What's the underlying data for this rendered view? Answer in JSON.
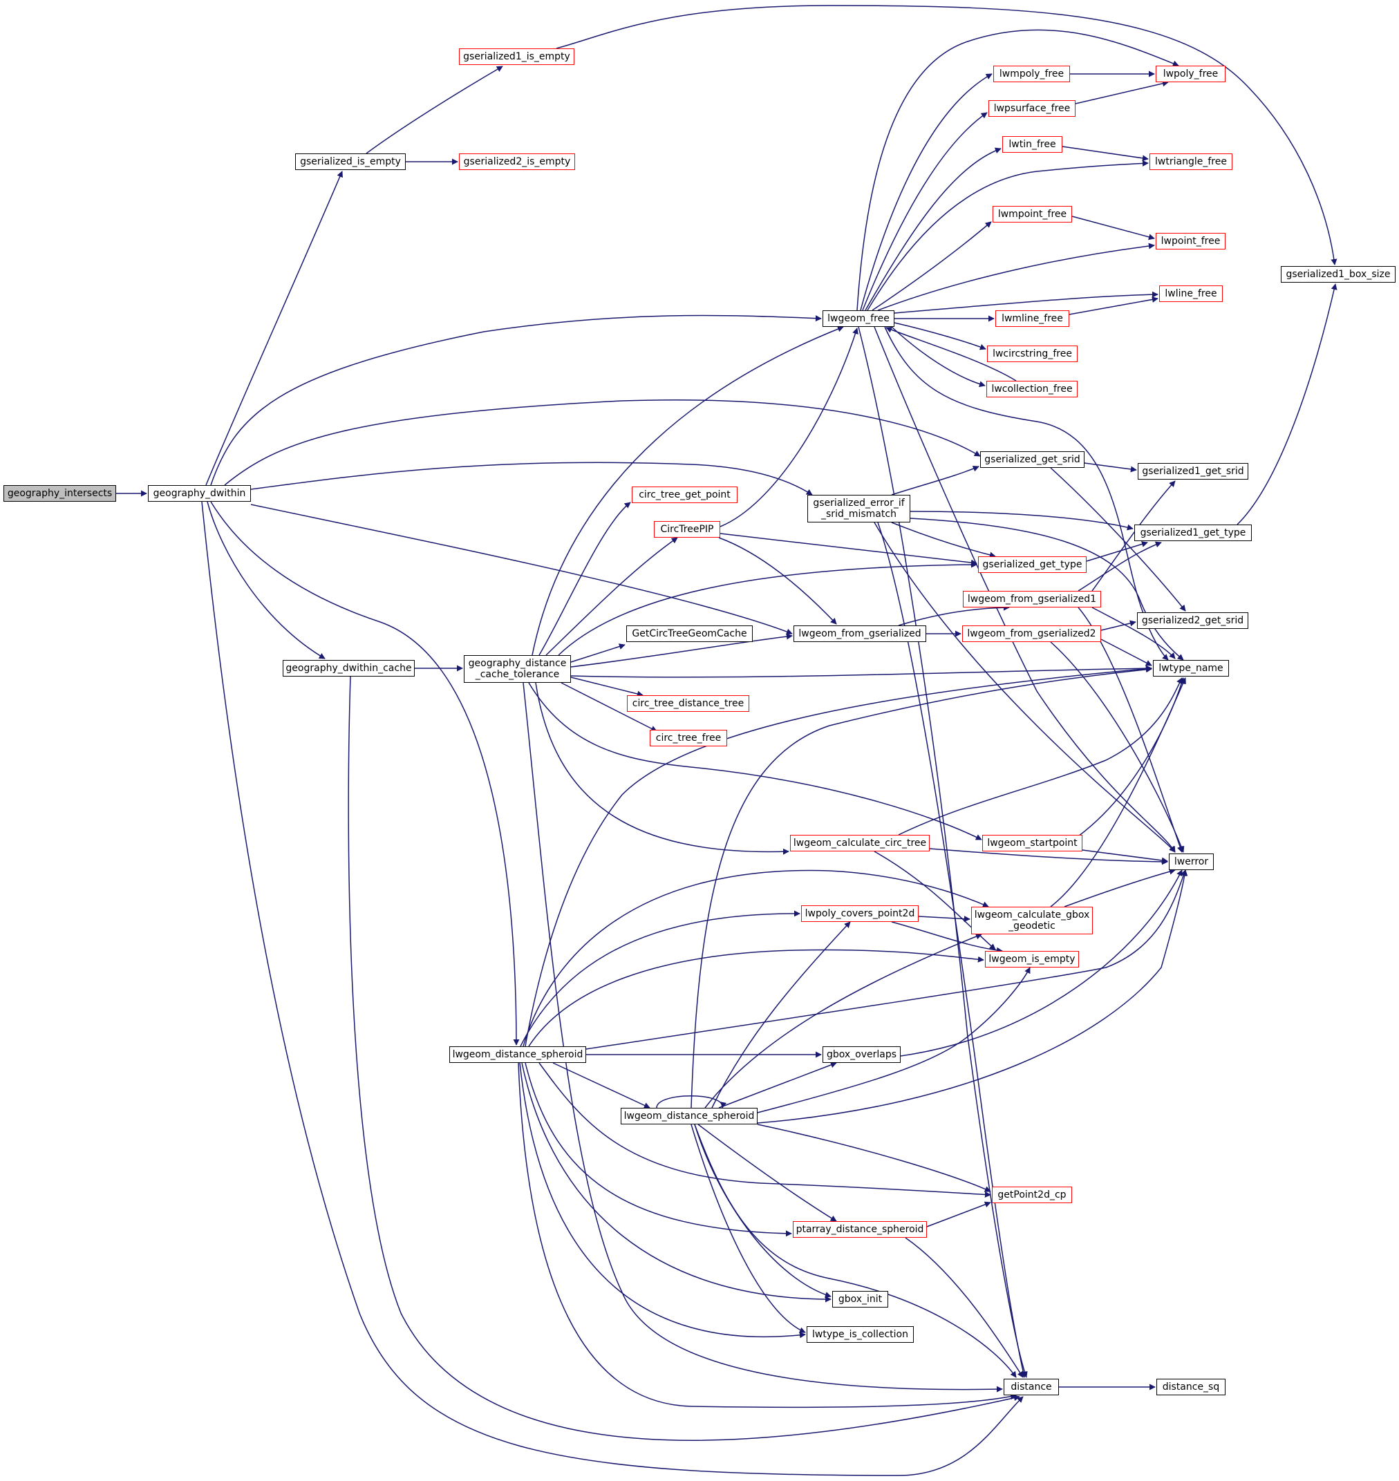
{
  "colors": {
    "edge": "#191970",
    "node_border": "#000000",
    "node_border_truncated": "#ff0000",
    "root_fill": "#bfbfbf",
    "background": "#ffffff"
  },
  "nodes": [
    {
      "id": "geography_intersects",
      "label": "geography_intersects",
      "style": "root"
    },
    {
      "id": "geography_dwithin",
      "label": "geography_dwithin",
      "style": "normal"
    },
    {
      "id": "gserialized_is_empty",
      "label": "gserialized_is_empty",
      "style": "normal"
    },
    {
      "id": "gserialized1_is_empty",
      "label": "gserialized1_is_empty",
      "style": "truncated"
    },
    {
      "id": "gserialized2_is_empty",
      "label": "gserialized2_is_empty",
      "style": "truncated"
    },
    {
      "id": "geography_dwithin_cache",
      "label": "geography_dwithin_cache",
      "style": "normal"
    },
    {
      "id": "geography_distance_cache_tolerance",
      "label": "geography_distance\n_cache_tolerance",
      "style": "normal"
    },
    {
      "id": "lwgeom_distance_spheroid",
      "label": "lwgeom_distance_spheroid",
      "style": "normal"
    },
    {
      "id": "lwgeom_free",
      "label": "lwgeom_free",
      "style": "normal"
    },
    {
      "id": "lwmpoly_free",
      "label": "lwmpoly_free",
      "style": "truncated"
    },
    {
      "id": "lwpsurface_free",
      "label": "lwpsurface_free",
      "style": "truncated"
    },
    {
      "id": "lwtin_free",
      "label": "lwtin_free",
      "style": "truncated"
    },
    {
      "id": "lwmpoint_free",
      "label": "lwmpoint_free",
      "style": "truncated"
    },
    {
      "id": "lwmline_free",
      "label": "lwmline_free",
      "style": "truncated"
    },
    {
      "id": "lwcircstring_free",
      "label": "lwcircstring_free",
      "style": "truncated"
    },
    {
      "id": "lwcollection_free",
      "label": "lwcollection_free",
      "style": "truncated"
    },
    {
      "id": "lwpoly_free",
      "label": "lwpoly_free",
      "style": "truncated"
    },
    {
      "id": "lwtriangle_free",
      "label": "lwtriangle_free",
      "style": "truncated"
    },
    {
      "id": "lwpoint_free",
      "label": "lwpoint_free",
      "style": "truncated"
    },
    {
      "id": "lwline_free",
      "label": "lwline_free",
      "style": "truncated"
    },
    {
      "id": "gserialized1_box_size",
      "label": "gserialized1_box_size",
      "style": "normal"
    },
    {
      "id": "gserialized_get_srid",
      "label": "gserialized_get_srid",
      "style": "normal"
    },
    {
      "id": "gserialized1_get_srid",
      "label": "gserialized1_get_srid",
      "style": "normal"
    },
    {
      "id": "gserialized_error_if_srid_mismatch",
      "label": "gserialized_error_if\n_srid_mismatch",
      "style": "normal"
    },
    {
      "id": "gserialized1_get_type",
      "label": "gserialized1_get_type",
      "style": "normal"
    },
    {
      "id": "circ_tree_get_point",
      "label": "circ_tree_get_point",
      "style": "truncated"
    },
    {
      "id": "CircTreePIP",
      "label": "CircTreePIP",
      "style": "truncated"
    },
    {
      "id": "gserialized_get_type",
      "label": "gserialized_get_type",
      "style": "truncated"
    },
    {
      "id": "lwgeom_from_gserialized1",
      "label": "lwgeom_from_gserialized1",
      "style": "truncated"
    },
    {
      "id": "gserialized2_get_srid",
      "label": "gserialized2_get_srid",
      "style": "normal"
    },
    {
      "id": "GetCircTreeGeomCache",
      "label": "GetCircTreeGeomCache",
      "style": "normal"
    },
    {
      "id": "lwgeom_from_gserialized",
      "label": "lwgeom_from_gserialized",
      "style": "normal"
    },
    {
      "id": "lwgeom_from_gserialized2",
      "label": "lwgeom_from_gserialized2",
      "style": "truncated"
    },
    {
      "id": "lwtype_name",
      "label": "lwtype_name",
      "style": "normal"
    },
    {
      "id": "circ_tree_distance_tree",
      "label": "circ_tree_distance_tree",
      "style": "truncated"
    },
    {
      "id": "circ_tree_free",
      "label": "circ_tree_free",
      "style": "truncated"
    },
    {
      "id": "lwgeom_calculate_circ_tree",
      "label": "lwgeom_calculate_circ_tree",
      "style": "truncated"
    },
    {
      "id": "lwgeom_startpoint",
      "label": "lwgeom_startpoint",
      "style": "truncated"
    },
    {
      "id": "lwerror",
      "label": "lwerror",
      "style": "normal"
    },
    {
      "id": "lwpoly_covers_point2d",
      "label": "lwpoly_covers_point2d",
      "style": "truncated"
    },
    {
      "id": "lwgeom_calculate_gbox_geodetic",
      "label": "lwgeom_calculate_gbox\n_geodetic",
      "style": "truncated"
    },
    {
      "id": "lwgeom_is_empty",
      "label": "lwgeom_is_empty",
      "style": "truncated"
    },
    {
      "id": "gbox_overlaps",
      "label": "gbox_overlaps",
      "style": "normal"
    },
    {
      "id": "lwgeom_distance_spheroid_2",
      "label": "lwgeom_distance_spheroid",
      "style": "normal"
    },
    {
      "id": "getPoint2d_cp",
      "label": "getPoint2d_cp",
      "style": "truncated"
    },
    {
      "id": "ptarray_distance_spheroid",
      "label": "ptarray_distance_spheroid",
      "style": "truncated"
    },
    {
      "id": "gbox_init",
      "label": "gbox_init",
      "style": "normal"
    },
    {
      "id": "lwtype_is_collection",
      "label": "lwtype_is_collection",
      "style": "normal"
    },
    {
      "id": "distance",
      "label": "distance",
      "style": "normal"
    },
    {
      "id": "distance_sq",
      "label": "distance_sq",
      "style": "normal"
    }
  ]
}
